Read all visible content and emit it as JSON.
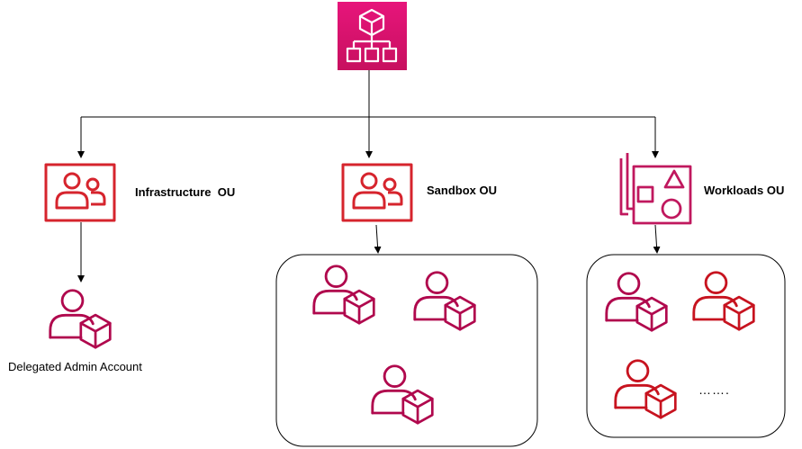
{
  "colors": {
    "root_gradient_top": "#e7157b",
    "root_gradient_bottom": "#c7105f",
    "ou_red": "#d6242d",
    "account_magenta": "#b0084d",
    "account_red": "#c7131f",
    "connector": "#000000",
    "container_border": "#000000"
  },
  "nodes": {
    "root": {
      "icon": "organization-root-icon"
    },
    "infrastructure_ou": {
      "label": "Infrastructure  OU",
      "icon": "organizational-unit-icon"
    },
    "sandbox_ou": {
      "label": "Sandbox OU",
      "icon": "organizational-unit-icon"
    },
    "workloads_ou": {
      "label": "Workloads OU",
      "icon": "workload-shapes-icon"
    },
    "delegated_admin": {
      "label": "Delegated Admin Account",
      "icon": "account-icon"
    }
  },
  "workloads_container": {
    "more_indicator": "……."
  }
}
